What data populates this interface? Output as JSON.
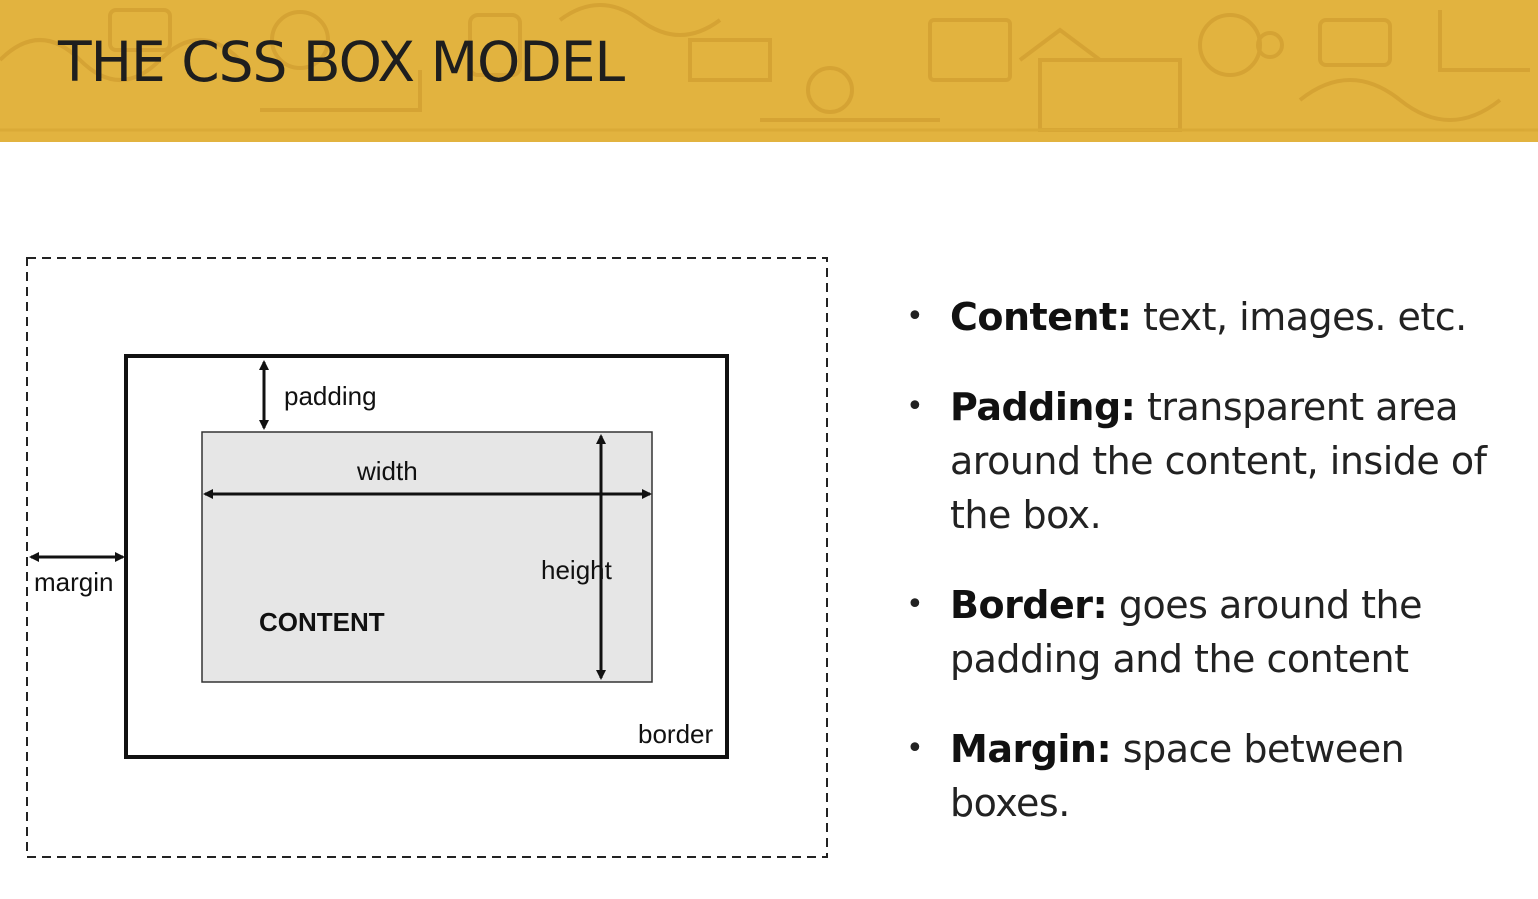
{
  "slide": {
    "title": "THE CSS BOX MODEL",
    "banner_color": "#e2b33f"
  },
  "diagram": {
    "labels": {
      "margin": "margin",
      "padding": "padding",
      "width": "width",
      "height": "height",
      "content": "CONTENT",
      "border": "border"
    },
    "content_fill": "#e6e6e6"
  },
  "bullets": [
    {
      "term": "Content:",
      "text": "text, images. etc."
    },
    {
      "term": "Padding:",
      "text": "transparent area around the content, inside of the box."
    },
    {
      "term": "Border:",
      "text": "goes around the padding and the content"
    },
    {
      "term": "Margin:",
      "text": "space between boxes."
    }
  ]
}
